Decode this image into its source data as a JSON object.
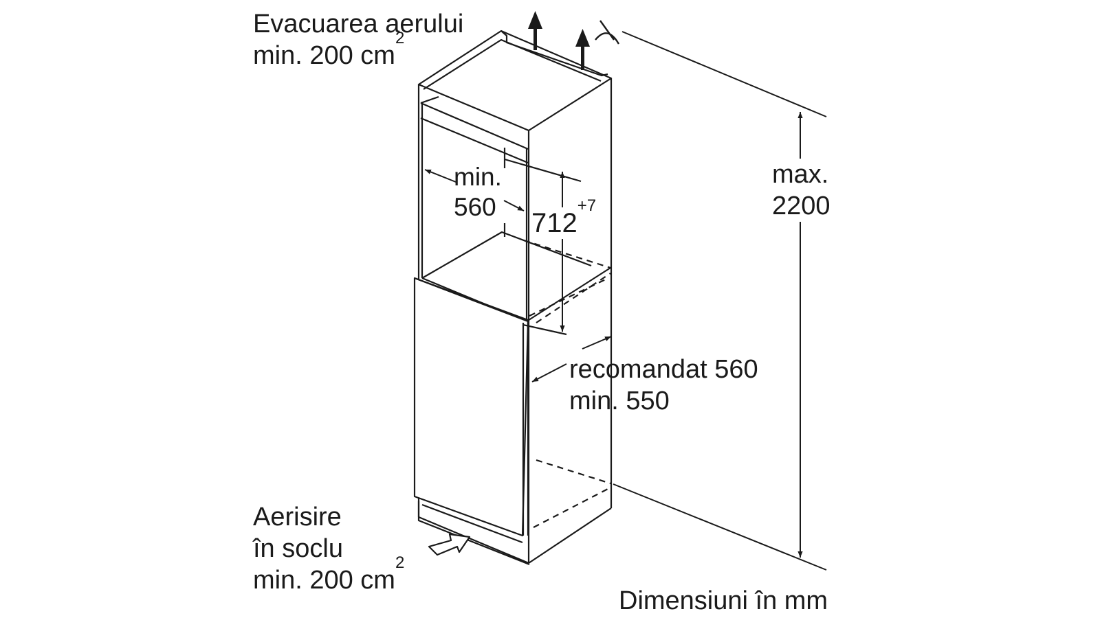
{
  "labels": {
    "exhaust_line1": "Evacuarea aerului",
    "exhaust_line2": "min. 200 cm",
    "exhaust_sup": "2",
    "intake_line1": "Aerisire",
    "intake_line2": "în soclu",
    "intake_line3": "min. 200 cm",
    "intake_sup": "2",
    "height_line1": "max.",
    "height_line2": "2200",
    "width_line1": "min.",
    "width_line2": "560",
    "niche_value": "712",
    "niche_tolerance": "+7",
    "depth_line1": "recomandat 560",
    "depth_line2": "min. 550",
    "units": "Dimensiuni în mm"
  },
  "colors": {
    "line": "#1a1a1a",
    "background": "#ffffff"
  },
  "icons": [
    "up-arrow-icon",
    "intake-arrow-icon",
    "dimension-arrow-icon",
    "cut-symbol-icon"
  ]
}
